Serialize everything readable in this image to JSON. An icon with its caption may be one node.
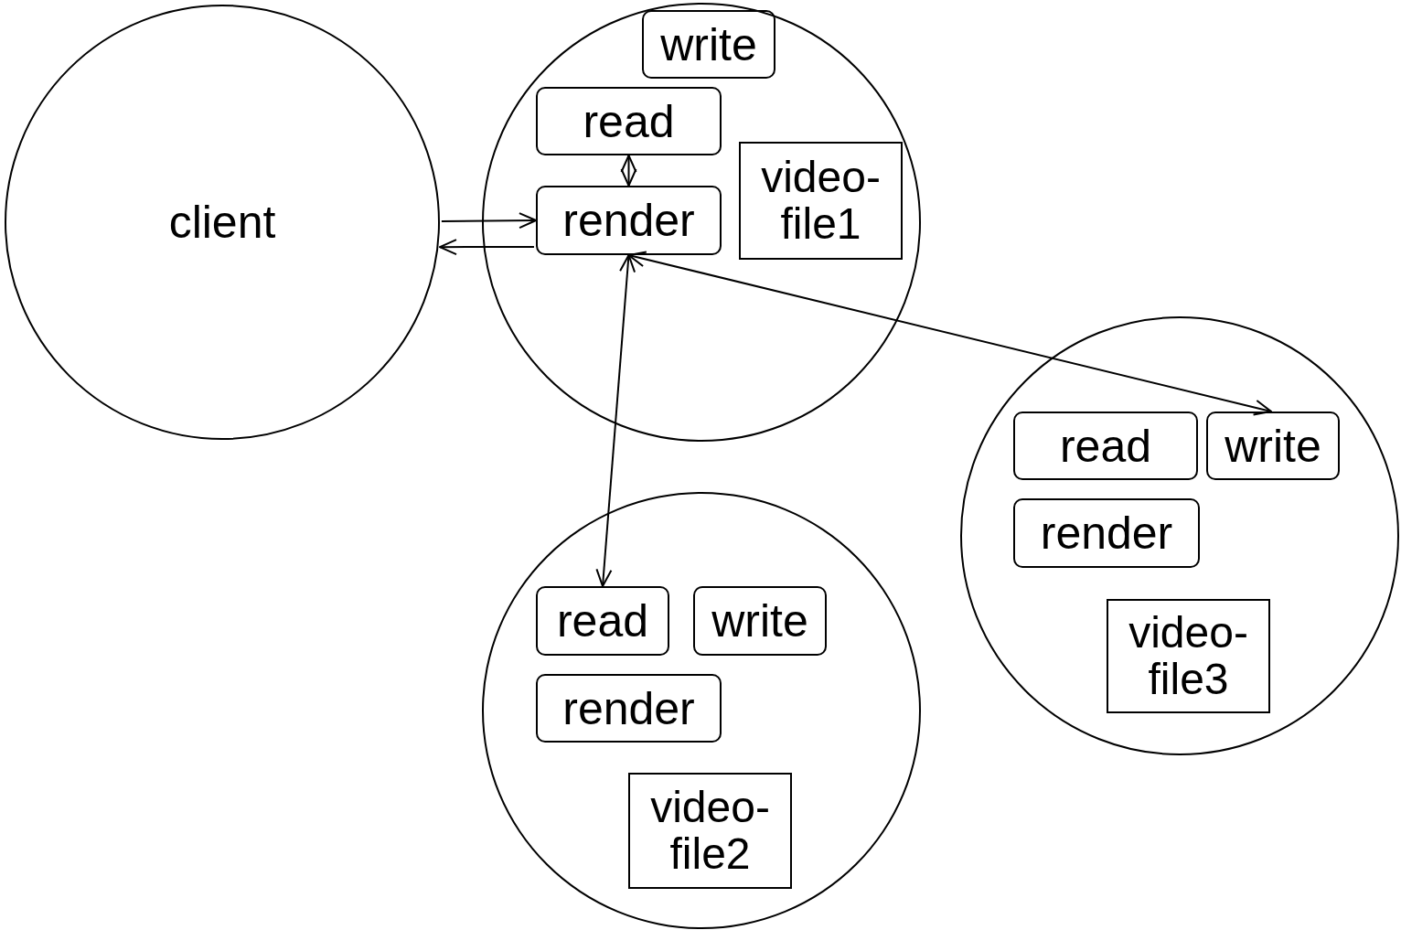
{
  "diagram": {
    "nodes": [
      {
        "text": [
          "client"
        ]
      },
      {
        "text": [],
        "shape": "circle"
      },
      {
        "text": [
          "write"
        ],
        "in": 1
      },
      {
        "text": [
          "read"
        ],
        "in": 1
      },
      {
        "text": [
          "render"
        ],
        "in": 1
      },
      {
        "text": [
          "video-file1"
        ],
        "in": 1
      },
      {
        "text": [],
        "shape": "circle"
      },
      {
        "text": [
          "read"
        ],
        "in": 6
      },
      {
        "text": [
          "write"
        ],
        "in": 6
      },
      {
        "text": [
          "render"
        ],
        "in": 6
      },
      {
        "text": [
          "video-file3"
        ],
        "in": 6
      },
      {
        "text": [],
        "shape": "circle"
      },
      {
        "text": [
          "read"
        ],
        "in": 11
      },
      {
        "text": [
          "write"
        ],
        "in": 11
      },
      {
        "text": [
          "render"
        ],
        "in": 11
      },
      {
        "text": [
          "video-file2"
        ],
        "in": 11
      }
    ],
    "edges": [
      {
        "from": 0,
        "to": 4,
        "arrow": "to"
      },
      {
        "from": 4,
        "to": 0,
        "arrow": "to"
      },
      {
        "from": 3,
        "to": 4,
        "arrow": "both"
      },
      {
        "from": 4,
        "to": 8,
        "arrow": "both"
      },
      {
        "from": 4,
        "to": 12,
        "arrow": "both"
      }
    ]
  }
}
